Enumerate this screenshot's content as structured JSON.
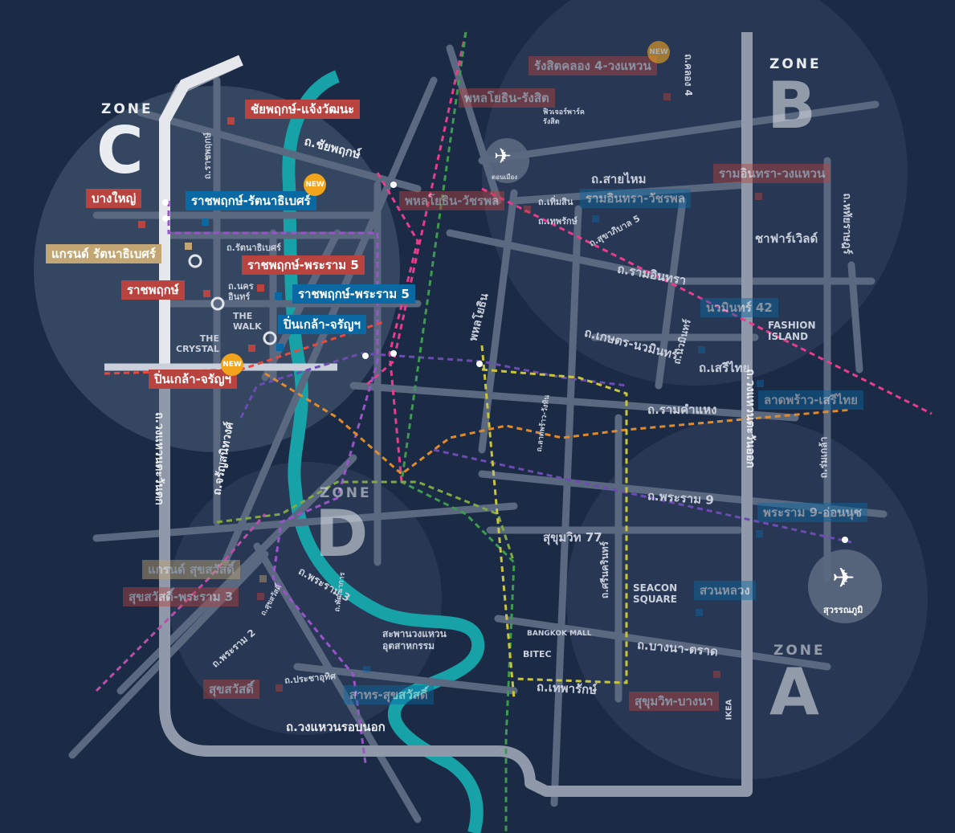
{
  "zones": [
    {
      "word": "ZONE",
      "letter": "C"
    },
    {
      "word": "ZONE",
      "letter": "B"
    },
    {
      "word": "ZONE",
      "letter": "D"
    },
    {
      "word": "ZONE",
      "letter": "A"
    }
  ],
  "new_badge": "NEW",
  "projects": {
    "chaiyaphruek_chaengwattana": "ชัยพฤกษ์-แจ้งวัฒนะ",
    "bangyai": "บางใหญ่",
    "rajapruek_rattanathibet": "ราชพฤกษ์-รัตนาธิเบศร์",
    "grand_rattanathibet": "แกรนด์ รัตนาธิเบศร์",
    "rajapruek_rama5_red": "ราชพฤกษ์-พระราม 5",
    "rajapruek": "ราชพฤกษ์",
    "rajapruek_rama5_blue": "ราชพฤกษ์-พระราม 5",
    "pinklao_jaran_blue": "ปิ่นเกล้า-จรัญฯ",
    "pinklao_jaran_red": "ปิ่นเกล้า-จรัญฯ",
    "rangsit_klong4": "รังสิตคลอง 4-วงแหวน",
    "phaholyothin_rangsit": "พหลโยธิน-รังสิต",
    "phaholyothin_watcharapol": "พหลโยธิน-วัชรพล",
    "ramintra_watcharapol": "รามอินทรา-วัชรพล",
    "ramintra_wongwaen": "รามอินทรา-วงแหวน",
    "nawamin42": "นวมินทร์ 42",
    "ladprao_serithai": "ลาดพร้าว-เสรีไทย",
    "rama9_onnut": "พระราม 9-อ่อนนุช",
    "suanluang": "สวนหลวง",
    "sukhumvit_bangna": "สุขุมวิท-บางนา",
    "grand_suksawat": "แกรนด์ สุขสวัสดิ์",
    "suksawat_rama3": "สุขสวัสดิ์-พระราม 3",
    "suksawat": "สุขสวัสดิ์",
    "sakhon_suksawat": "สาทร-สุขสวัสดิ์"
  },
  "roads": {
    "chaiyaphruek": "ถ.ชัยพฤกษ์",
    "rajapruek_road": "ถ.ราชพฤกษ์",
    "rattanathibet": "ถ.รัตนาธิเบศร์",
    "nakhon_in": "ถ.นคร\nอินทร์",
    "saimai": "ถ.สายไหม",
    "tiensin": "ถ.เทิ่มสิน",
    "thepharak_n": "ถ.เทพรักษ์",
    "sukhapiban5": "ถ.สุขาภิบาล 5",
    "ramintra": "ถ.รามอินทรา",
    "kaset_nawamin": "ถ.เกษตร-นวมินทร์",
    "nawamin": "ถ.นวมินทร์",
    "serithai": "ถ.เสรีไทย",
    "ramkhamhaeng": "ถ.รามคำแหง",
    "rama9": "ถ.พระราม 9",
    "sukhumvit77": "สุขุมวิท 77",
    "bangna_trat": "ถ.บางนา-ตราด",
    "thepharak_s": "ถ.เทพารักษ์",
    "rama3": "ถ.พระราม 3",
    "rama2": "ถ.พระราม 2",
    "prachauthit": "ถ.ประชาอุทิศ",
    "wongwaen_rob_nok": "ถ.วงแหวนรอบนอก",
    "wongwaen_west": "ถ.วงแหวนตะวันตก",
    "wongwaen_east": "ถ.วงแหวนตะวันออก",
    "phaholyothin": "พหลโยธิน",
    "charan_sanitwong": "ถ.จรัญสนิทวงศ์",
    "khlong4": "ถ.คลอง 4",
    "romklao": "ถ.ร่มเกล้า",
    "ramintra_hightway": "ถ.หทัยราษฎร์",
    "suksawat_rd": "ถ.สุขสวัสดิ์",
    "bridge": "สะพานวงแหวน\nอุตสาหกรรม",
    "sinakharin": "ถ.ศรีนครินทร์",
    "phatthanakan": "ถ.พัฒนาการ",
    "ladprao_wanghin": "ถ.ลาดพร้าว-วังหิน"
  },
  "landmarks": {
    "the_walk": "THE\nWALK",
    "the_crystal": "THE\nCRYSTAL",
    "fashion_island": "FASHION\nISLAND",
    "seacon_square": "SEACON\nSQUARE",
    "bangkok_mall": "BANGKOK MALL",
    "bitec": "BITEC",
    "ikea": "IKEA",
    "chapuk": "ชาฟาร์เวิลด์",
    "future_park": "ฟิวเจอร์พาร์ค\nรังสิต",
    "donmuang": "ดอนเมือง",
    "suvarnabhumi": "สุวรรณภูมิ"
  },
  "colors": {
    "background": "#1b2a45",
    "zone_circle": "#2c3d58",
    "road": "#5a6880",
    "ring_road": "#8f99a9",
    "river": "#16a2a7",
    "project_red": "#b8433f",
    "project_blue": "#0a69a3",
    "project_tan": "#c2a774",
    "new_badge": "#f2a51c"
  }
}
